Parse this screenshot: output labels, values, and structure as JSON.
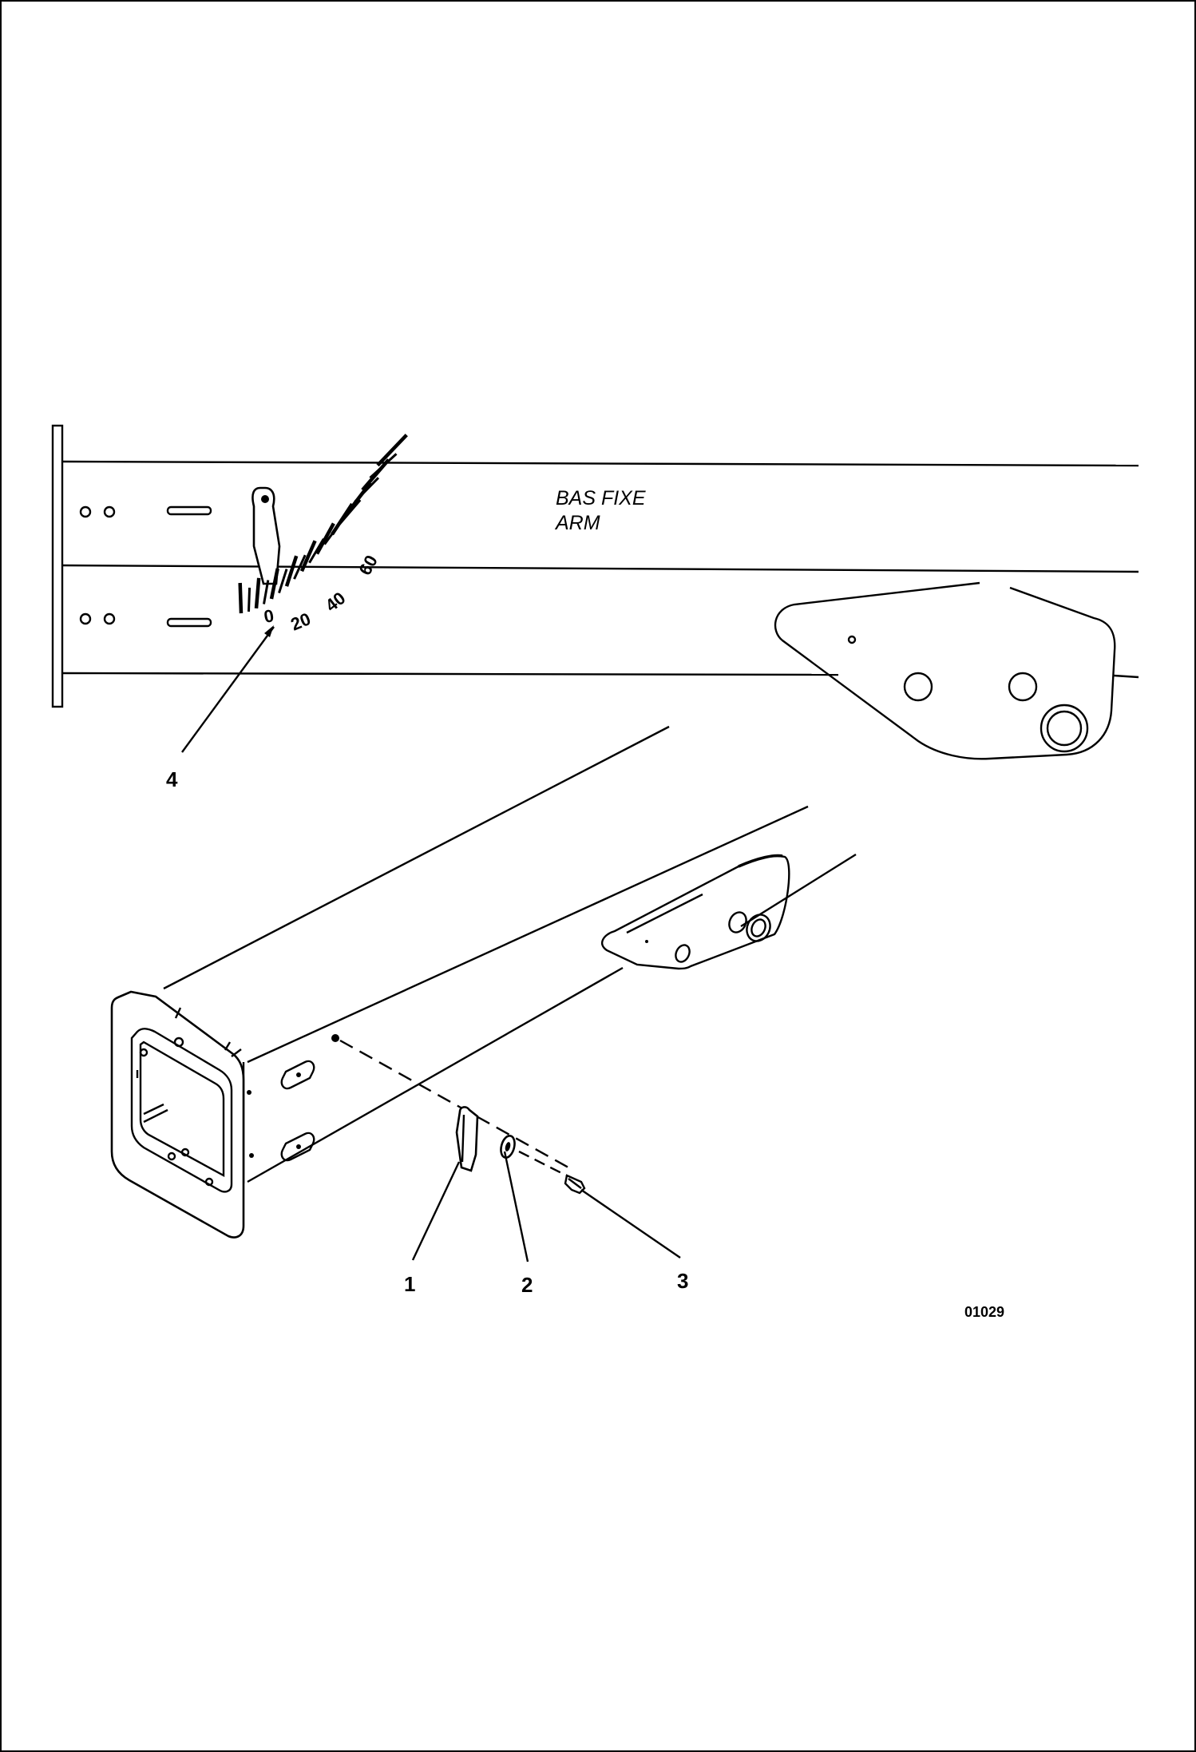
{
  "detail_view": {
    "arm_label_line1": "BAS FIXE",
    "arm_label_line2": "ARM",
    "scale_labels": [
      "0",
      "20",
      "40",
      "60"
    ]
  },
  "callouts": [
    "1",
    "2",
    "3",
    "4"
  ],
  "figure_number": "01029"
}
